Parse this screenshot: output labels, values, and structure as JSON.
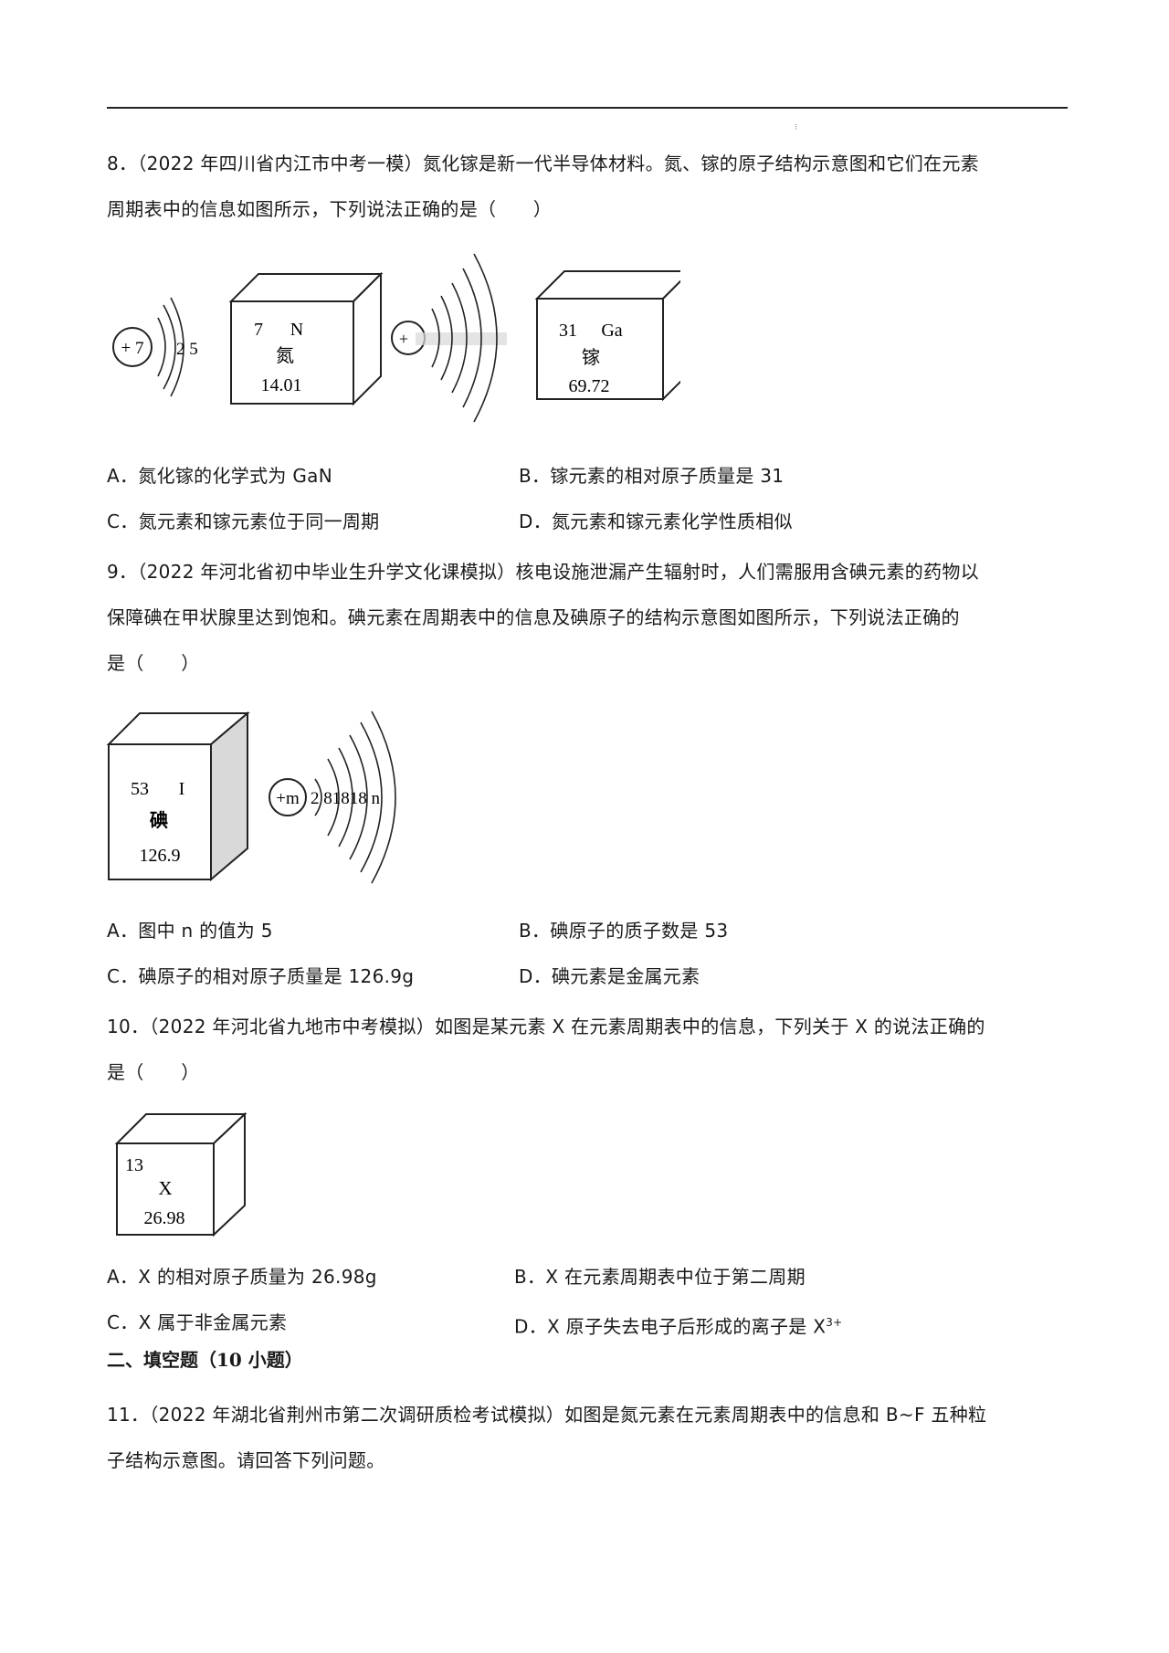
{
  "q8": {
    "stem_line1": "8．（2022 年四川省内江市中考一模）氮化镓是新一代半导体材料。氮、镓的原子结构示意图和它们在元素",
    "stem_line2": "周期表中的信息如图所示，下列说法正确的是（　　）",
    "figure": {
      "n_atom": {
        "nucleus": "+ 7",
        "shells": "2 5"
      },
      "n_cell": {
        "number": "7",
        "symbol": "N",
        "name": "氮",
        "mass": "14.01"
      },
      "ga_atom": {
        "nucleus": "+"
      },
      "ga_cell": {
        "number": "31",
        "symbol": "Ga",
        "name": "镓",
        "mass": "69.72"
      }
    },
    "options": {
      "A": "A．氮化镓的化学式为 GaN",
      "B": "B．镓元素的相对原子质量是 31",
      "C": "C．氮元素和镓元素位于同一周期",
      "D": "D．氮元素和镓元素化学性质相似"
    }
  },
  "q9": {
    "stem_line1": "9．（2022 年河北省初中毕业生升学文化课模拟）核电设施泄漏产生辐射时，人们需服用含碘元素的药物以",
    "stem_line2": "保障碘在甲状腺里达到饱和。碘元素在周期表中的信息及碘原子的结构示意图如图所示，下列说法正确的",
    "stem_line3": "是（　　）",
    "figure": {
      "i_cell": {
        "number": "53",
        "symbol": "I",
        "name": "碘",
        "mass": "126.9"
      },
      "i_atom": {
        "nucleus": "+m",
        "shells": "2 81818 n"
      }
    },
    "options": {
      "A": "A．图中 n 的值为 5",
      "B": "B．碘原子的质子数是 53",
      "C": "C．碘原子的相对原子质量是 126.9g",
      "D": "D．碘元素是金属元素"
    }
  },
  "q10": {
    "stem_line1": "10．（2022 年河北省九地市中考模拟）如图是某元素 X 在元素周期表中的信息，下列关于 X 的说法正确的",
    "stem_line2": "是（　　）",
    "figure": {
      "x_cell": {
        "number": "13",
        "symbol": "X",
        "mass": "26.98"
      }
    },
    "options": {
      "A": "A．X 的相对原子质量为 26.98g",
      "B": "B．X 在元素周期表中位于第二周期",
      "C": "C．X 属于非金属元素",
      "D_text": "D．X 原子失去电子后形成的离子是 X",
      "D_sup": "3+"
    }
  },
  "section2": {
    "title": "二、填空题（10 小题）"
  },
  "q11": {
    "stem_line1": "11．（2022 年湖北省荆州市第二次调研质检考试模拟）如图是氮元素在元素周期表中的信息和 B~F 五种粒",
    "stem_line2": "子结构示意图。请回答下列问题。"
  }
}
